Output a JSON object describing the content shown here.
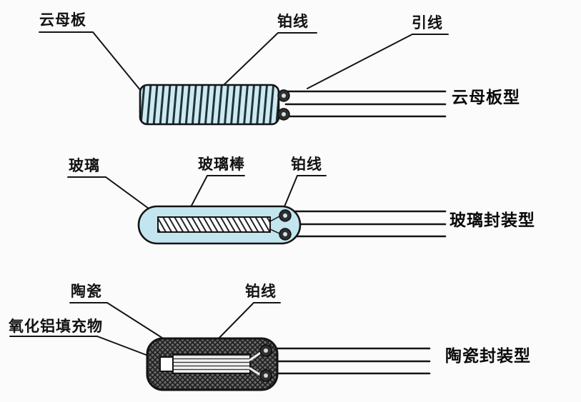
{
  "colors": {
    "background": "#fbfbfb",
    "outline": "#141414",
    "mica_fill": "#cdeaf2",
    "glass_fill": "#c3e5ef",
    "ceramic_fill": "#636363"
  },
  "sections": [
    {
      "id": "mica",
      "type_label": "云母板型",
      "callouts": [
        {
          "id": "mica-plate",
          "label": "云母板"
        },
        {
          "id": "platinum-wire",
          "label": "铂线"
        },
        {
          "id": "lead-wire",
          "label": "引线"
        }
      ]
    },
    {
      "id": "glass",
      "type_label": "玻璃封装型",
      "callouts": [
        {
          "id": "glass",
          "label": "玻璃"
        },
        {
          "id": "glass-rod",
          "label": "玻璃棒"
        },
        {
          "id": "platinum-wire",
          "label": "铂线"
        }
      ]
    },
    {
      "id": "ceramic",
      "type_label": "陶瓷封装型",
      "callouts": [
        {
          "id": "ceramic",
          "label": "陶瓷"
        },
        {
          "id": "platinum-wire",
          "label": "铂线"
        },
        {
          "id": "alumina-filler",
          "label": "氧化铝填充物"
        }
      ]
    }
  ]
}
